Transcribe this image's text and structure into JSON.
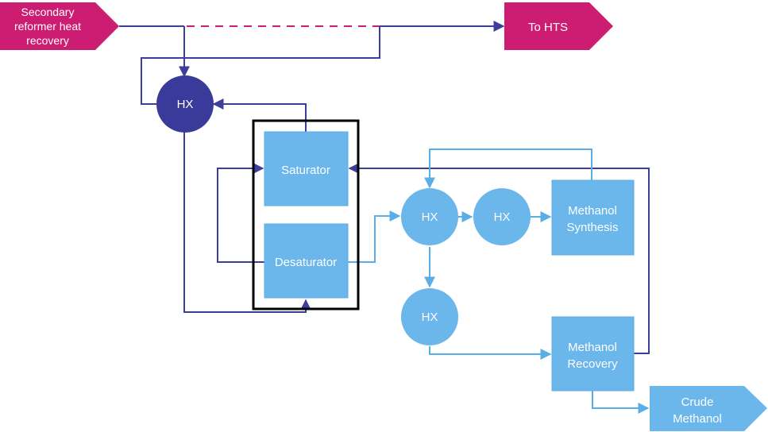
{
  "colors": {
    "magenta": "#cc1d72",
    "dark_blue": "#3a3a9a",
    "dark_line": "#3d3d9a",
    "light_blue": "#6bb6ea",
    "light_line": "#5aaee6",
    "box_outline": "#000000"
  },
  "nodes": {
    "source_line1": "Secondary",
    "source_line2": "reformer heat",
    "source_line3": "recovery",
    "to_hts": "To HTS",
    "hx_dark": "HX",
    "saturator": "Saturator",
    "desaturator": "Desaturator",
    "hx_1": "HX",
    "hx_2": "HX",
    "hx_3": "HX",
    "synthesis_line1": "Methanol",
    "synthesis_line2": "Synthesis",
    "recovery_line1": "Methanol",
    "recovery_line2": "Recovery",
    "crude_line1": "Crude",
    "crude_line2": "Methanol"
  }
}
